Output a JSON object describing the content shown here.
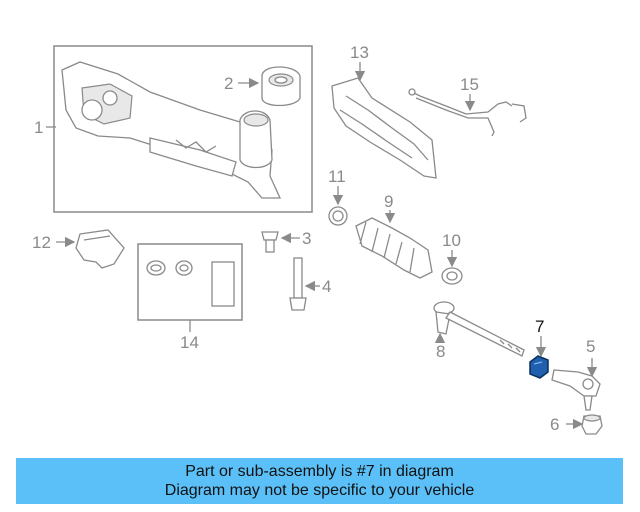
{
  "colors": {
    "banner_bg": "#5bc0f8",
    "highlight_part": "#1f5fae",
    "line_gray": "#8a8a8a"
  },
  "callouts": [
    {
      "id": "1",
      "label": "1"
    },
    {
      "id": "2",
      "label": "2"
    },
    {
      "id": "3",
      "label": "3"
    },
    {
      "id": "4",
      "label": "4"
    },
    {
      "id": "5",
      "label": "5"
    },
    {
      "id": "6",
      "label": "6"
    },
    {
      "id": "7",
      "label": "7",
      "highlighted": true
    },
    {
      "id": "8",
      "label": "8"
    },
    {
      "id": "9",
      "label": "9"
    },
    {
      "id": "10",
      "label": "10"
    },
    {
      "id": "11",
      "label": "11"
    },
    {
      "id": "12",
      "label": "12"
    },
    {
      "id": "13",
      "label": "13"
    },
    {
      "id": "14",
      "label": "14"
    },
    {
      "id": "15",
      "label": "15"
    }
  ],
  "banner": {
    "line1": "Part or sub-assembly is #7 in diagram",
    "line2": "Diagram may not be specific to your vehicle"
  }
}
